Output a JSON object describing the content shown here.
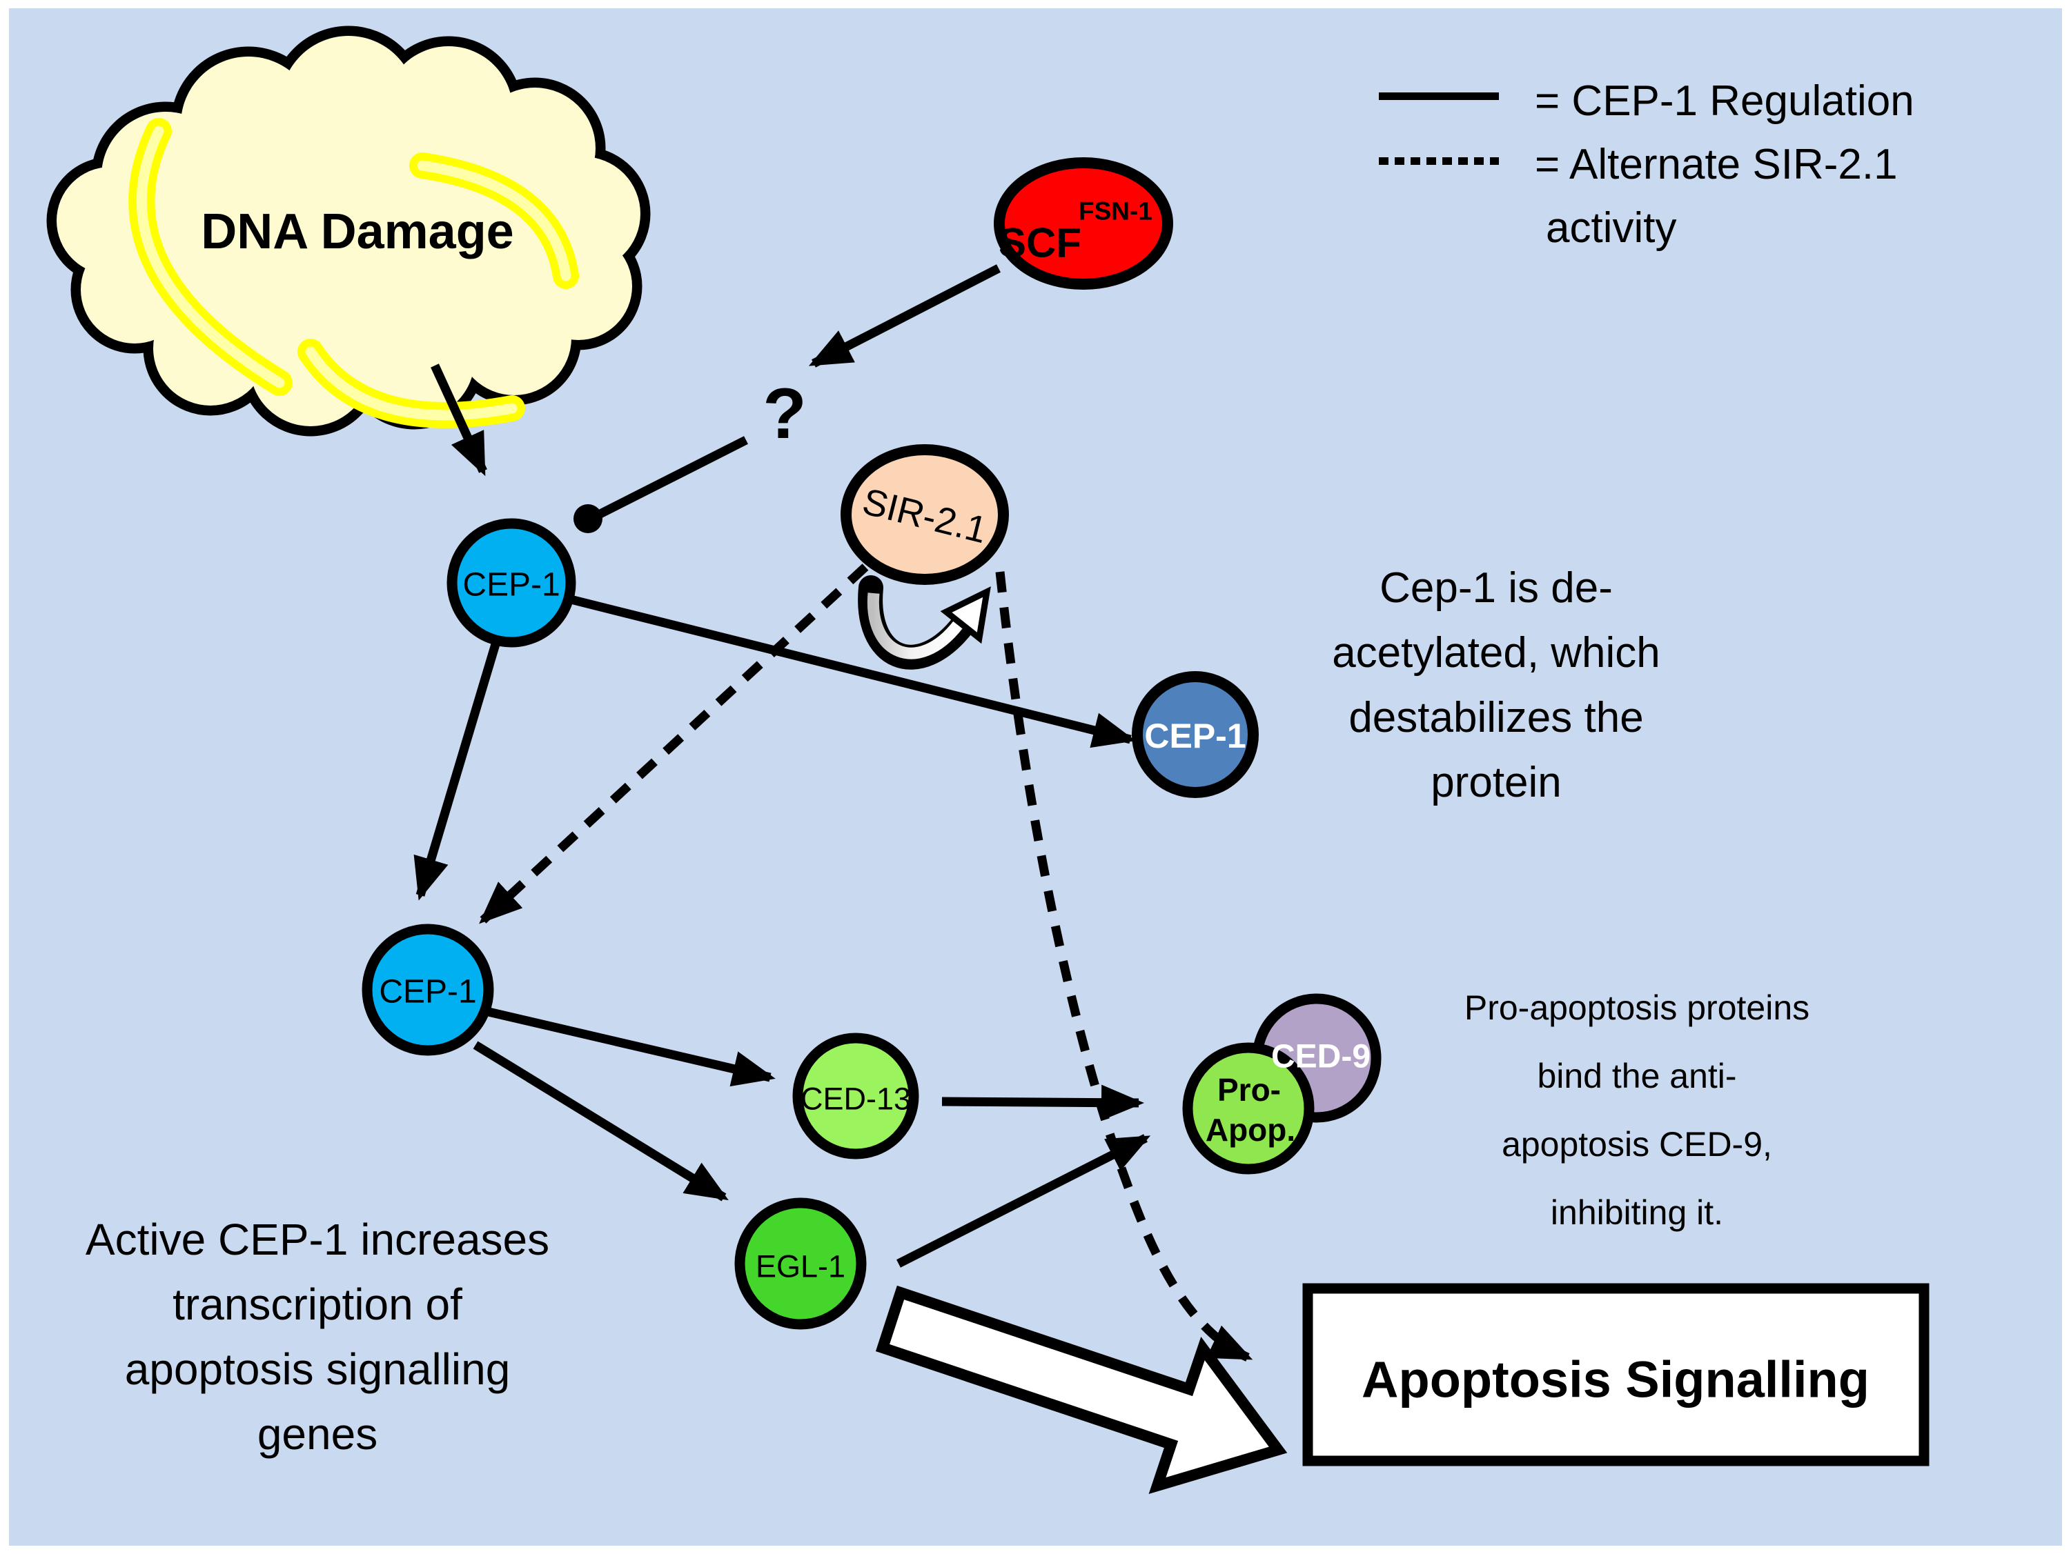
{
  "colors": {
    "background": "#C9D9EF",
    "cloud_fill": "#FDFBCF",
    "banana_outer": "#FFFF00",
    "banana_inner": "#FFFFA8",
    "scf": "#FF0000",
    "sir": "#FBD5B5",
    "cep1_active": "#00B0F0",
    "cep1_deacetylated": "#4F81BD",
    "ced13": "#9BF45E",
    "egl1": "#44D62A",
    "pro_apop": "#90E64E",
    "ced9": "#B3A2C7",
    "box_fill": "#FFFFFF",
    "stroke": "#000000"
  },
  "legend": {
    "solid_label": "= CEP-1 Regulation",
    "dashed_label_line1": "= Alternate SIR-2.1",
    "dashed_label_line2": "activity"
  },
  "cloud": {
    "label": "DNA Damage"
  },
  "question_mark": "?",
  "nodes": {
    "scf": {
      "label": "SCF",
      "superscript": "FSN-1"
    },
    "sir": {
      "label": "SIR-2.1"
    },
    "cep1_top": {
      "label": "CEP-1"
    },
    "cep1_bottom": {
      "label": "CEP-1"
    },
    "cep1_right": {
      "label": "CEP-1"
    },
    "ced13": {
      "label": "CED-13"
    },
    "egl1": {
      "label": "EGL-1"
    },
    "pro_apop": {
      "line1": "Pro-",
      "line2": "Apop."
    },
    "ced9": {
      "label": "CED-9"
    }
  },
  "annotations": {
    "deacetylated": "Cep-1 is de-\nacetylated, which\ndestabilizes the\nprotein",
    "pro_apoptosis": "Pro-apoptosis proteins\nbind the anti-\napoptosis CED-9,\ninhibiting it.",
    "active_cep1": "Active CEP-1 increases\ntranscription of\napoptosis signalling\ngenes"
  },
  "apoptosis_box": {
    "label": "Apoptosis Signalling"
  }
}
